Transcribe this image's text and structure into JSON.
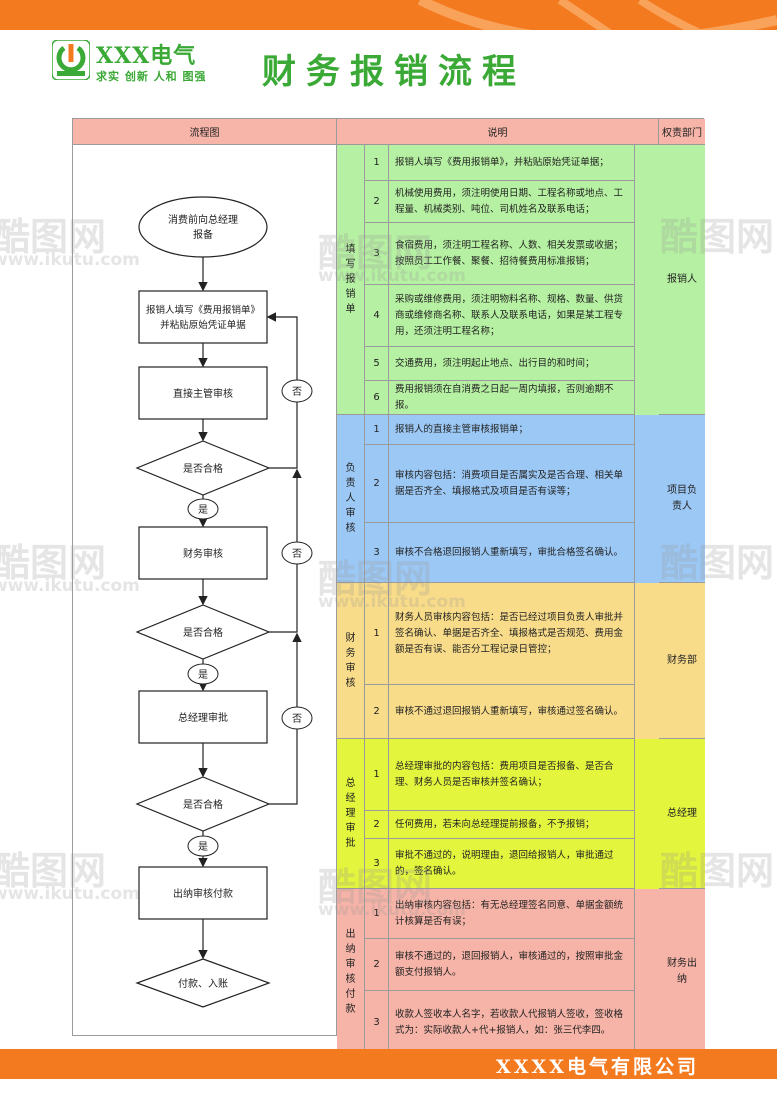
{
  "header": {
    "logo_text": "XXX电气",
    "slogan": "求实 创新 人和 图强",
    "title": "财务报销流程"
  },
  "table": {
    "col_flow": "流程图",
    "col_desc": "说明",
    "col_dept": "权责部门"
  },
  "flow": {
    "start": [
      "消费前向总经理",
      "报备"
    ],
    "step1": [
      "报销人填写《费用报销单》",
      "并粘贴原始凭证单据"
    ],
    "step2": "直接主管审核",
    "check1": "是否合格",
    "step3": "财务审核",
    "check2": "是否合格",
    "step4": "总经理审批",
    "check3": "是否合格",
    "step5": "出纳审核付款",
    "end": "付款、入账",
    "yes": "是",
    "no": "否"
  },
  "sections": [
    {
      "label": "填写报销单",
      "color": "#b6f0a2",
      "dept": "报销人",
      "rows": [
        {
          "n": "1",
          "text": "报销人填写《费用报销单》，并粘贴原始凭证单据；"
        },
        {
          "n": "2",
          "text": "机械使用费用，须注明使用日期、工程名称或地点、工程量、机械类别、吨位、司机姓名及联系电话；"
        },
        {
          "n": "3",
          "text": "食宿费用，须注明工程名称、人数、相关发票或收据；按照员工工作餐、聚餐、招待餐费用标准报销；"
        },
        {
          "n": "4",
          "text": "采购或维修费用，须注明物料名称、规格、数量、供货商或维修商名称、联系人及联系电话，如果是某工程专用，还须注明工程名称；"
        },
        {
          "n": "5",
          "text": "交通费用，须注明起止地点、出行目的和时间；"
        },
        {
          "n": "6",
          "text": "费用报销须在自消费之日起一周内填报，否则逾期不报。"
        }
      ]
    },
    {
      "label": "负责人审核",
      "color": "#9cc8f5",
      "dept": "项目负责人",
      "rows": [
        {
          "n": "1",
          "text": "报销人的直接主管审核报销单；"
        },
        {
          "n": "2",
          "text": "审核内容包括：消费项目是否属实及是否合理、相关单据是否齐全、填报格式及项目是否有误等；"
        },
        {
          "n": "3",
          "text": "审核不合格退回报销人重新填写，审批合格签名确认。"
        }
      ]
    },
    {
      "label": "财务审核",
      "color": "#f8dc8a",
      "dept": "财务部",
      "rows": [
        {
          "n": "1",
          "text": "财务人员审核内容包括：是否已经过项目负责人审批并签名确认、单据是否齐全、填报格式是否规范、费用金额是否有误、能否分工程记录日管控；"
        },
        {
          "n": "2",
          "text": "审核不通过退回报销人重新填写，审核通过签名确认。"
        }
      ]
    },
    {
      "label": "总经理审批",
      "color": "#e3f53d",
      "dept": "总经理",
      "rows": [
        {
          "n": "1",
          "text": "总经理审批的内容包括：费用项目是否报备、是否合理、财务人员是否审核并签名确认；"
        },
        {
          "n": "2",
          "text": "任何费用，若未向总经理提前报备，不予报销；"
        },
        {
          "n": "3",
          "text": "审批不通过的，说明理由，退回给报销人，审批通过的，签名确认。"
        }
      ]
    },
    {
      "label": "出纳审核付款",
      "color": "#f6b3a7",
      "dept": "财务出纳",
      "rows": [
        {
          "n": "1",
          "text": "出纳审核内容包括：有无总经理签名同意、单据金额统计核算是否有误；"
        },
        {
          "n": "2",
          "text": "审核不通过的，退回报销人，审核通过的，按照审批金额支付报销人。"
        },
        {
          "n": "3",
          "text": "收款人签收本人名字，若收款人代报销人签收，签收格式为：实际收款人+代+报销人，如：张三代李四。"
        }
      ]
    }
  ],
  "footer": {
    "company": "XXXX电气有限公司"
  },
  "watermark": {
    "brand": "酷图网",
    "url": "www.ikutu.com"
  },
  "colors": {
    "orange": "#f47a1f",
    "green": "#3aa935",
    "header_pink": "#f7b5a9"
  }
}
